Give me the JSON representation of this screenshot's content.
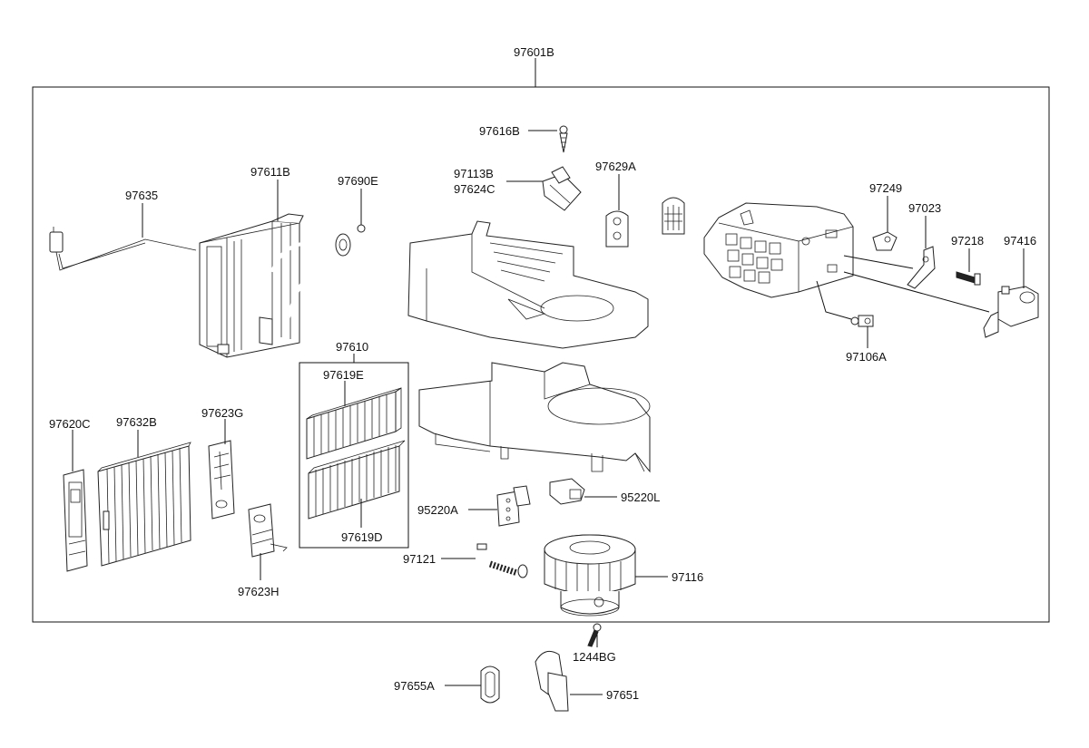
{
  "diagram": {
    "labels": {
      "p97601B": "97601B",
      "p97616B": "97616B",
      "p97113B": "97113B",
      "p97624C": "97624C",
      "p97629A": "97629A",
      "p97611B": "97611B",
      "p97635": "97635",
      "p97690E": "97690E",
      "p97249": "97249",
      "p97023": "97023",
      "p97218": "97218",
      "p97416": "97416",
      "p97106A": "97106A",
      "p97610": "97610",
      "p97619E": "97619E",
      "p97619D": "97619D",
      "p97620C": "97620C",
      "p97632B": "97632B",
      "p97623G": "97623G",
      "p97623H": "97623H",
      "p95220A": "95220A",
      "p95220L": "95220L",
      "p97121": "97121",
      "p97116": "97116",
      "p1244BG": "1244BG",
      "p97655A": "97655A",
      "p97651": "97651"
    }
  }
}
